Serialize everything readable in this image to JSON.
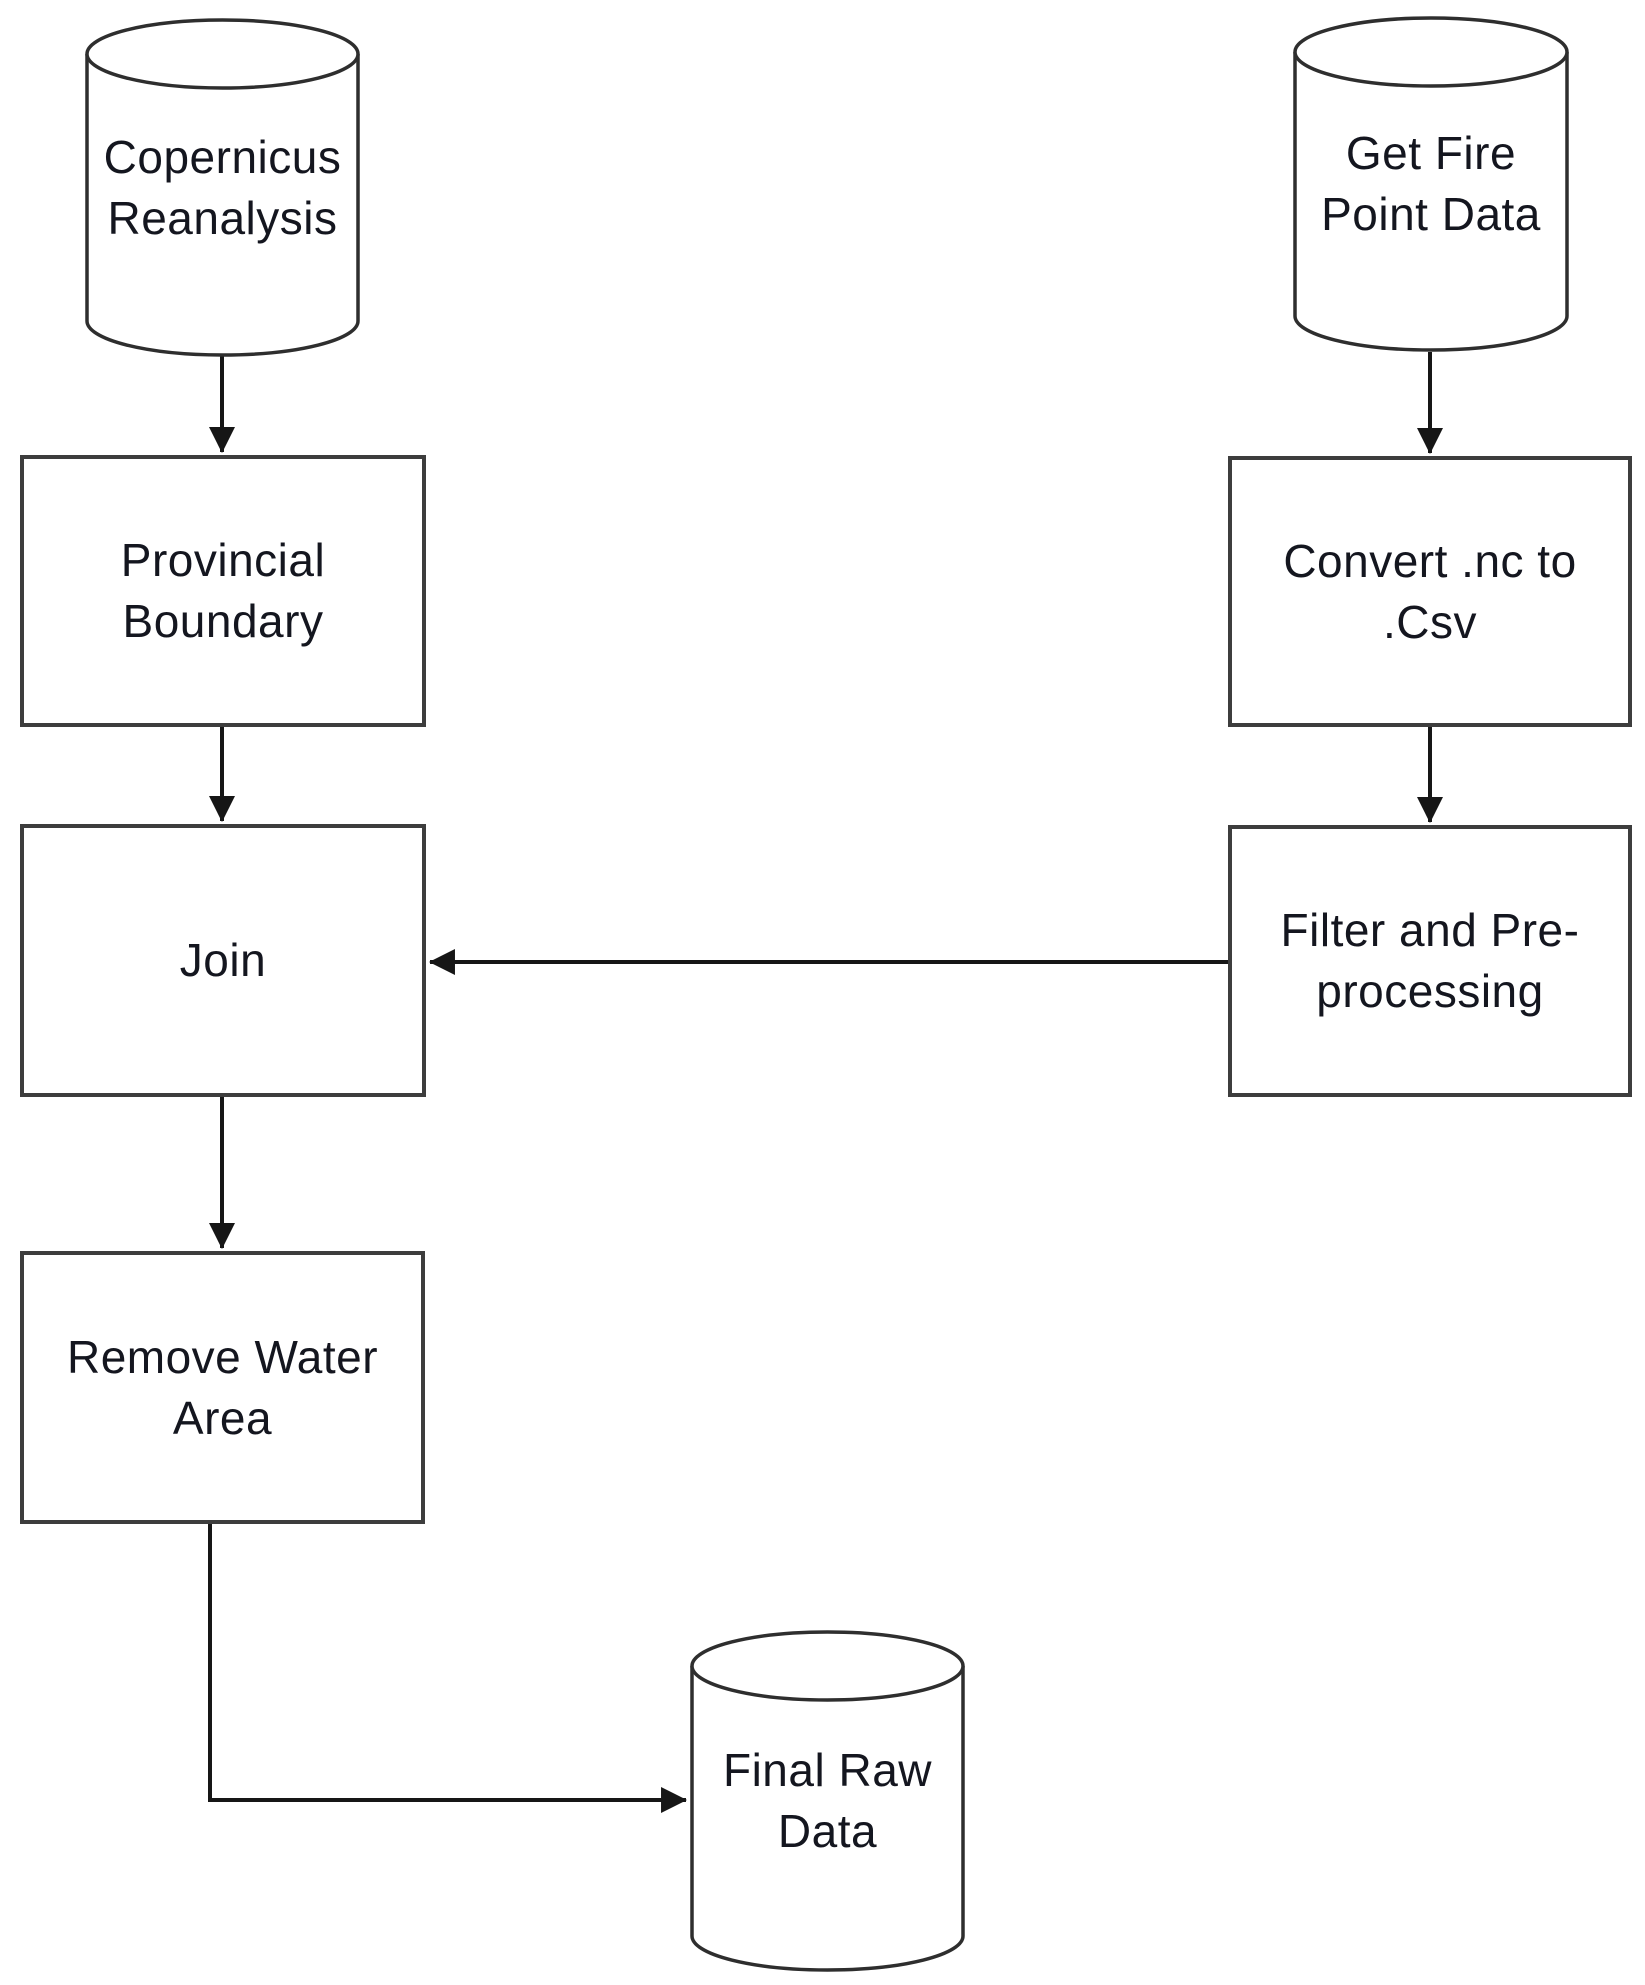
{
  "diagram": {
    "type": "flowchart",
    "background_color": "#ffffff",
    "box_border_color": "#3d3d3d",
    "cylinder_border_color": "#2e2e2e",
    "arrow_color": "#161616",
    "text_color": "#14161f",
    "nodes": {
      "copernicus_reanalysis": {
        "shape": "cylinder",
        "label": "Copernicus\nReanalysis"
      },
      "provincial_boundary": {
        "shape": "rect",
        "label": "Provincial\nBoundary"
      },
      "join": {
        "shape": "rect",
        "label": "Join"
      },
      "remove_water_area": {
        "shape": "rect",
        "label": "Remove Water\nArea"
      },
      "final_raw_data": {
        "shape": "cylinder",
        "label": "Final Raw\nData"
      },
      "get_fire_point_data": {
        "shape": "cylinder",
        "label": "Get Fire\nPoint Data"
      },
      "convert_nc_to_csv": {
        "shape": "rect",
        "label": "Convert .nc to\n.Csv"
      },
      "filter_preprocessing": {
        "shape": "rect",
        "label": "Filter and Pre-\nprocessing"
      }
    },
    "edges": [
      {
        "from": "copernicus_reanalysis",
        "to": "provincial_boundary"
      },
      {
        "from": "provincial_boundary",
        "to": "join"
      },
      {
        "from": "join",
        "to": "remove_water_area"
      },
      {
        "from": "remove_water_area",
        "to": "final_raw_data"
      },
      {
        "from": "get_fire_point_data",
        "to": "convert_nc_to_csv"
      },
      {
        "from": "convert_nc_to_csv",
        "to": "filter_preprocessing"
      },
      {
        "from": "filter_preprocessing",
        "to": "join"
      }
    ]
  }
}
